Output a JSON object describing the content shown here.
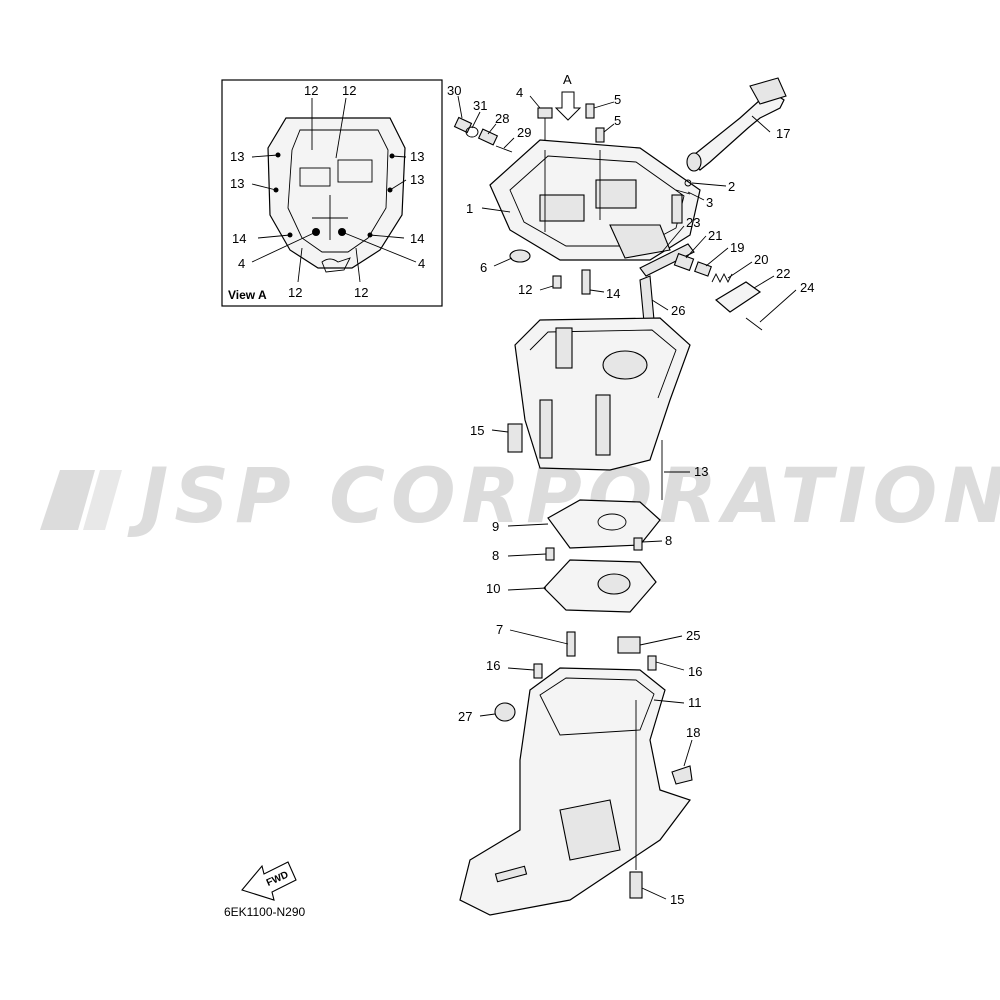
{
  "watermark": {
    "text": "JSP CORPORATION",
    "color": "#dcdcdc"
  },
  "view_a": {
    "title": "View A",
    "callouts": [
      "12",
      "12",
      "13",
      "13",
      "13",
      "13",
      "14",
      "14",
      "4",
      "4",
      "12",
      "12"
    ]
  },
  "arrow_a_label": "A",
  "fwd_label": "FWD",
  "diagram_code": "6EK1100-N290",
  "callouts": [
    "30",
    "31",
    "28",
    "29",
    "4",
    "5",
    "5",
    "17",
    "2",
    "3",
    "1",
    "23",
    "21",
    "19",
    "20",
    "22",
    "24",
    "6",
    "12",
    "14",
    "26",
    "15",
    "13",
    "9",
    "8",
    "8",
    "10",
    "7",
    "25",
    "16",
    "16",
    "11",
    "27",
    "18",
    "15"
  ]
}
